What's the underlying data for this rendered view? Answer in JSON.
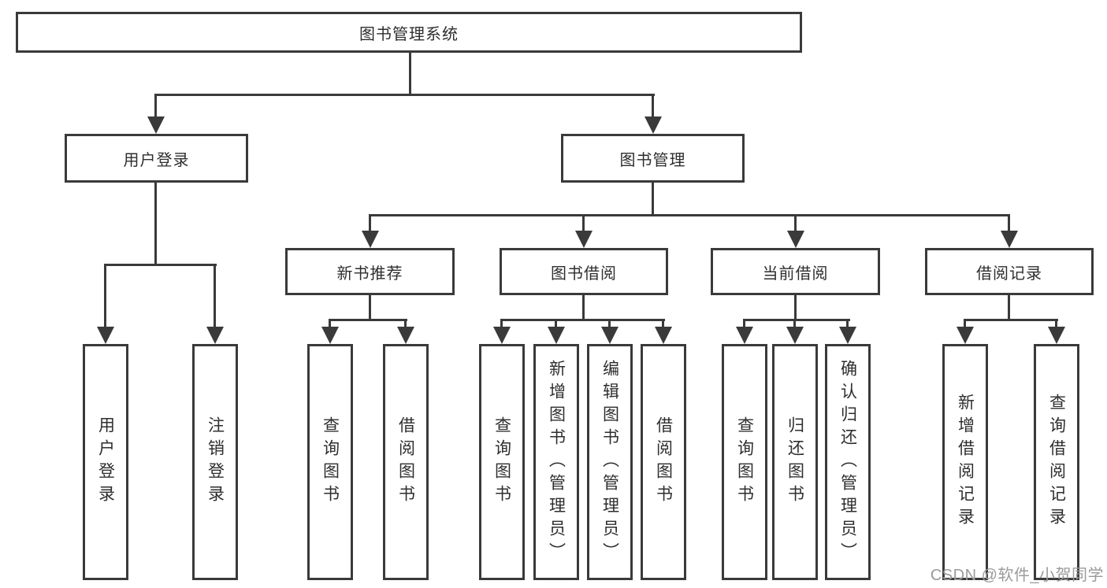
{
  "tree": {
    "label": "图书管理系统",
    "children": [
      {
        "label": "用户登录",
        "children": [
          {
            "label": "用户登录"
          },
          {
            "label": "注销登录"
          }
        ]
      },
      {
        "label": "图书管理",
        "children": [
          {
            "label": "新书推荐",
            "children": [
              {
                "label": "查询图书"
              },
              {
                "label": "借阅图书"
              }
            ]
          },
          {
            "label": "图书借阅",
            "children": [
              {
                "label": "查询图书"
              },
              {
                "label": "新增图书（管理员）"
              },
              {
                "label": "编辑图书（管理员）"
              },
              {
                "label": "借阅图书"
              }
            ]
          },
          {
            "label": "当前借阅",
            "children": [
              {
                "label": "查询图书"
              },
              {
                "label": "归还图书"
              },
              {
                "label": "确认归还（管理员）"
              }
            ]
          },
          {
            "label": "借阅记录",
            "children": [
              {
                "label": "新增借阅记录"
              },
              {
                "label": "查询借阅记录"
              }
            ]
          }
        ]
      }
    ]
  },
  "watermark": {
    "text": "CSDN @软件_小贺同学"
  },
  "colors": {
    "line": "#3a3a3a",
    "text": "#2e2e2e",
    "background": "#ffffff",
    "watermark": "#9b9b9b"
  }
}
